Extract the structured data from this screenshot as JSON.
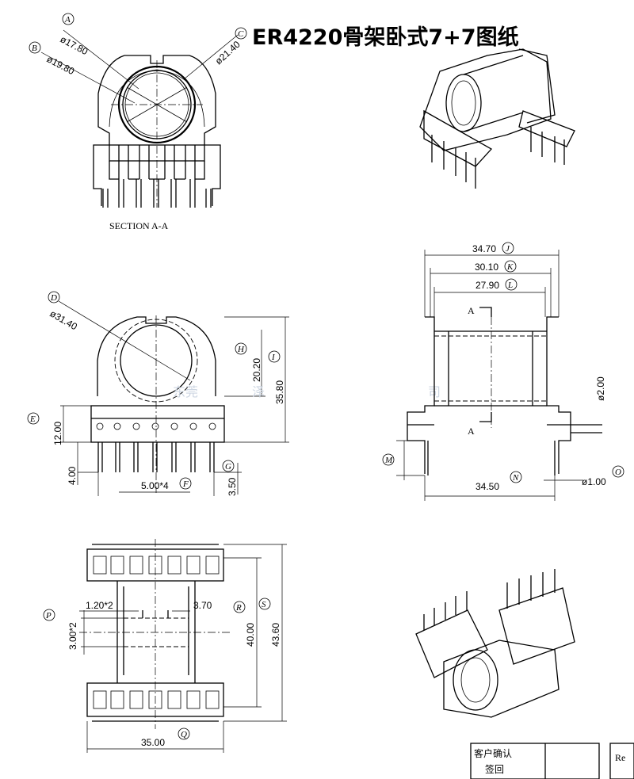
{
  "title": "ER4220骨架卧式7+7图纸",
  "section_label": "SECTION A-A",
  "section_marker": "A",
  "watermark": [
    "东莞",
    "泽",
    "司"
  ],
  "dimensions": {
    "phi_17_80": "ø17.80",
    "phi_19_80": "ø19.80",
    "phi_21_40": "ø21.40",
    "phi_31_40": "ø31.40",
    "d_20_20": "20.20",
    "d_35_80": "35.80",
    "d_12_00": "12.00",
    "d_4_00": "4.00",
    "d_5_00x4": "5.00*4",
    "d_3_50": "3.50",
    "d_34_70": "34.70",
    "d_30_10": "30.10",
    "d_27_90": "27.90",
    "phi_2_00": "ø2.00",
    "d_34_50": "34.50",
    "phi_1_00": "ø1.00",
    "d_1_20x2": "1.20*2",
    "d_3_70": "3.70",
    "d_3_00x2": "3.00*2",
    "d_40_00": "40.00",
    "d_43_60": "43.60",
    "d_35_00": "35.00"
  },
  "balloons": {
    "A": "A",
    "B": "B",
    "C": "C",
    "D": "D",
    "E": "E",
    "F": "F",
    "G": "G",
    "H": "H",
    "I": "I",
    "J": "J",
    "K": "K",
    "L": "L",
    "M": "M",
    "N": "N",
    "O": "O",
    "P": "P",
    "Q": "Q",
    "R": "R",
    "S": "S"
  },
  "table": {
    "confirm_line1": "客户确认",
    "confirm_line2": "签回",
    "partial": "Re"
  }
}
